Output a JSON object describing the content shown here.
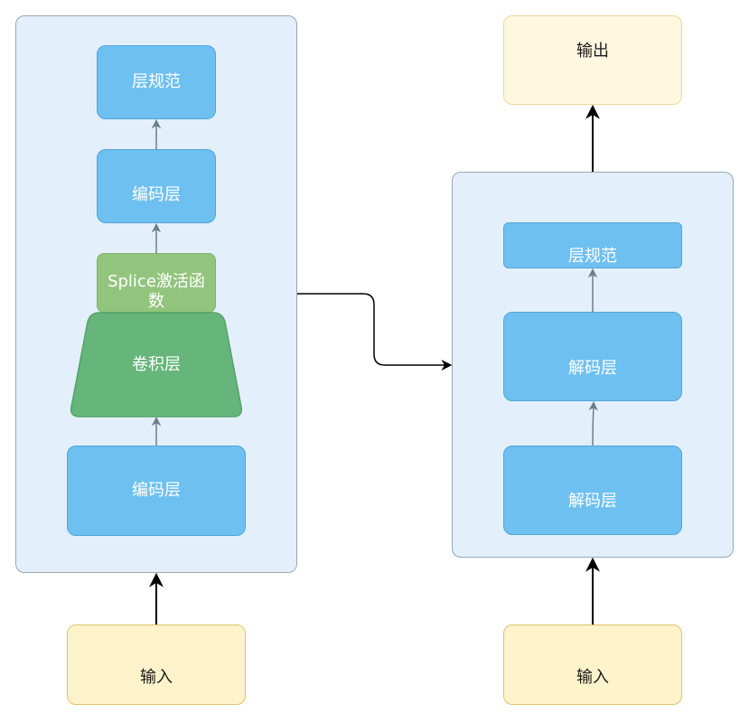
{
  "encoder_block": {
    "layer_norm": "层规范",
    "encoder_top": "编码层",
    "splice_activation": "Splice激活函数",
    "conv_layer": "卷积层",
    "encoder_bottom": "编码层",
    "input": "输入"
  },
  "decoder_block": {
    "layer_norm": "层规范",
    "decoder_top": "解码层",
    "decoder_bottom": "解码层",
    "input": "输入",
    "output": "输出"
  },
  "colors": {
    "container_fill": "#e3f0fb",
    "container_stroke": "#9aa7b4",
    "blue_fill": "#6ec0f0",
    "green_dark_fill": "#66b57a",
    "green_light_fill": "#93c47d",
    "yellow_fill": "#fff3cc",
    "arrow_gray": "#6b7d8c",
    "arrow_black": "#000000"
  }
}
